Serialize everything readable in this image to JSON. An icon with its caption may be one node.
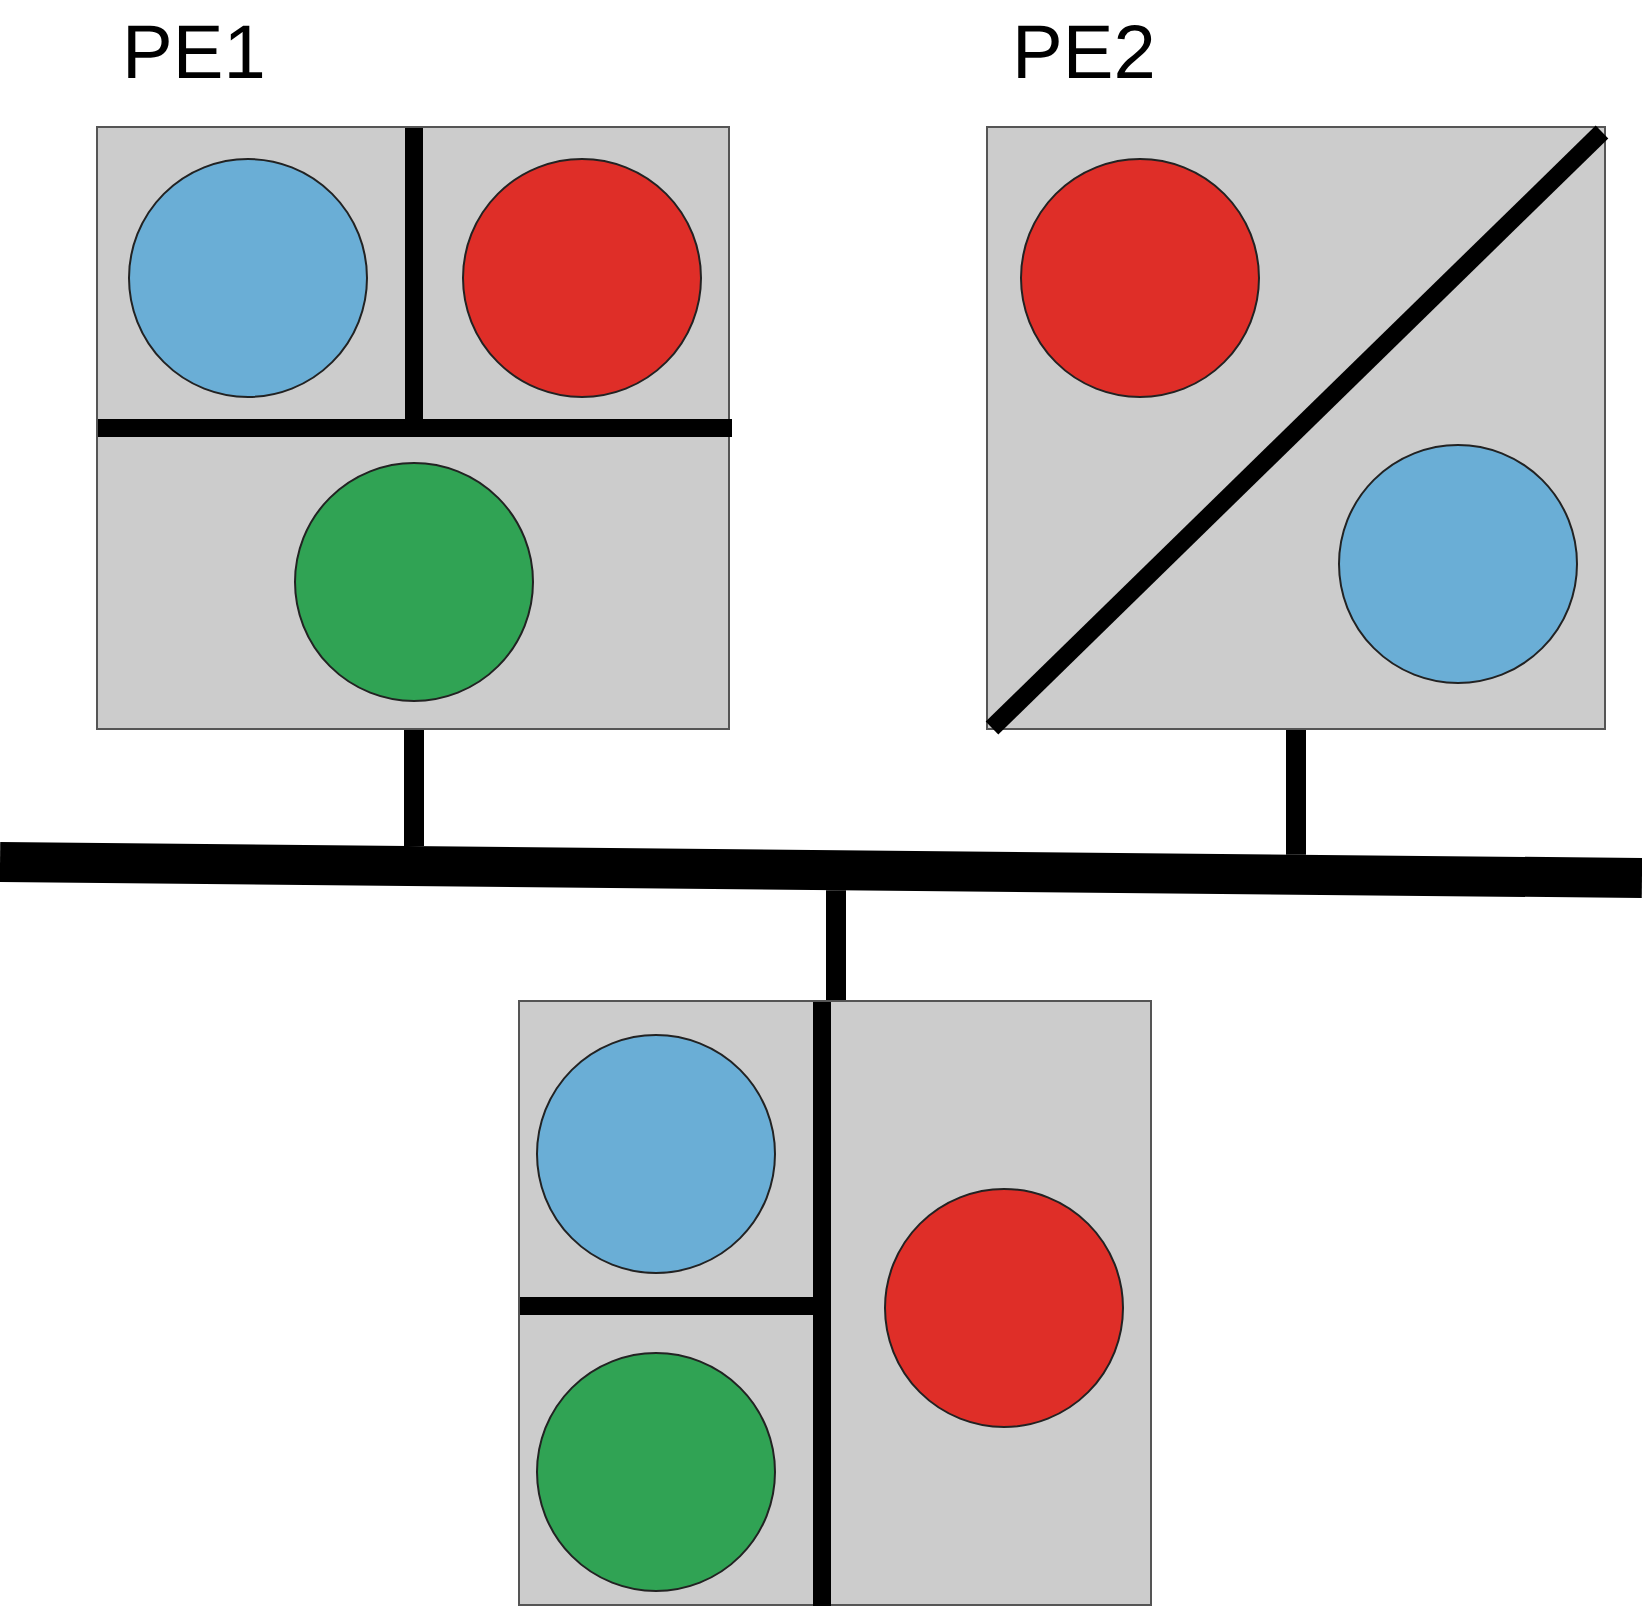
{
  "diagram": {
    "nodes": [
      {
        "text": [
          "PE1"
        ]
      },
      {
        "text": [],
        "shape": "circle",
        "in": 0
      },
      {
        "text": [],
        "shape": "circle",
        "in": 0
      },
      {
        "text": [],
        "shape": "circle",
        "in": 0
      },
      {
        "text": [
          "PE2"
        ]
      },
      {
        "text": [],
        "shape": "circle",
        "in": 4
      },
      {
        "text": [],
        "shape": "circle",
        "in": 4
      },
      {
        "text": [],
        "shape": "bar"
      },
      {
        "text": [],
        "shape": "box"
      },
      {
        "text": [],
        "shape": "circle",
        "in": 8
      },
      {
        "text": [],
        "shape": "circle",
        "in": 8
      },
      {
        "text": [],
        "shape": "circle",
        "in": 8
      }
    ],
    "edges": [
      {
        "from": 0,
        "to": 7,
        "arrow": "none"
      },
      {
        "from": 4,
        "to": 7,
        "arrow": "none"
      },
      {
        "from": 7,
        "to": 8,
        "arrow": "none"
      }
    ]
  }
}
